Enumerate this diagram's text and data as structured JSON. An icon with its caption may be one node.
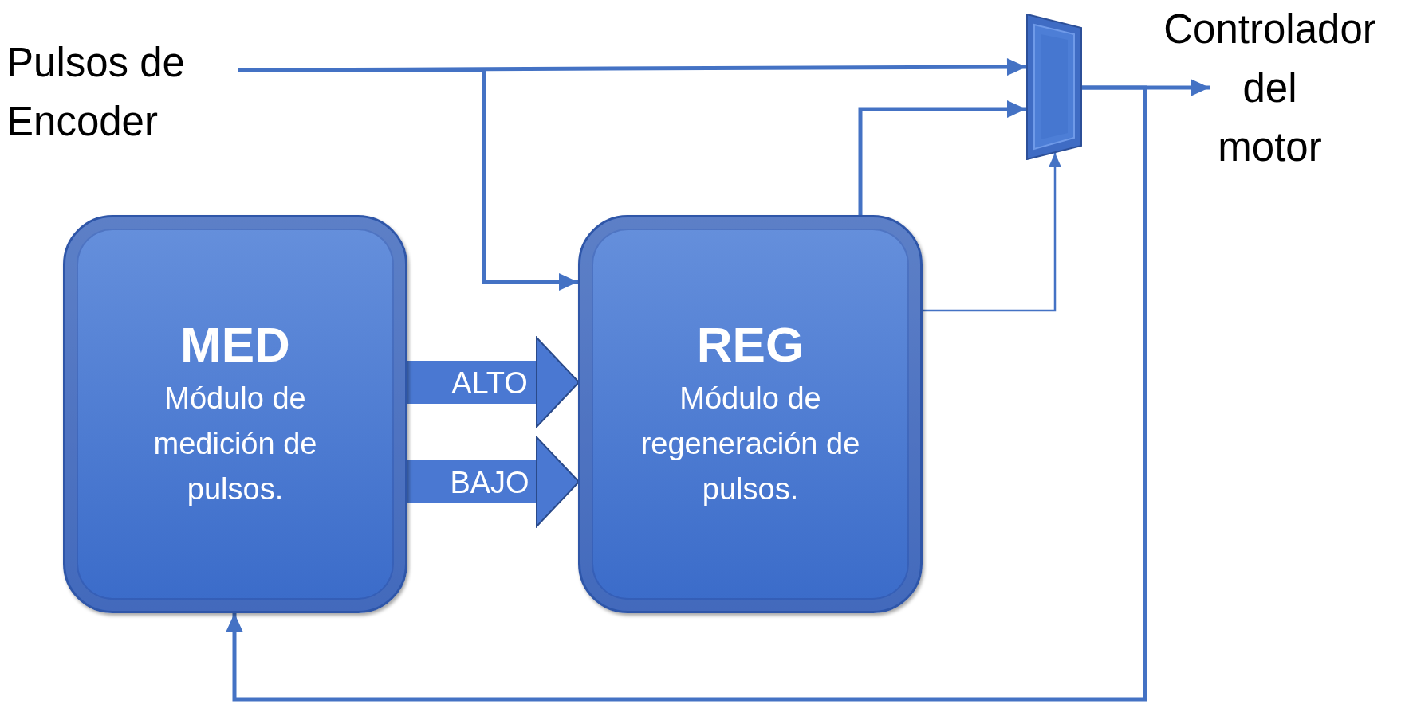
{
  "diagram": {
    "nodes": [
      {
        "text": [
          "Pulsos de Encoder"
        ]
      },
      {
        "text": [],
        "shape": "trapezoid"
      },
      {
        "text": [
          "Controlador del motor"
        ]
      },
      {
        "text": [
          "MED",
          "Módulo de medición de pulsos."
        ]
      },
      {
        "text": [
          "REG",
          "Módulo de regeneración de pulsos."
        ]
      }
    ],
    "edges": [
      {
        "from": 0,
        "to": 1,
        "arrow": "to"
      },
      {
        "from": 0,
        "to": 4,
        "arrow": "to"
      },
      {
        "from": 4,
        "to": 1,
        "arrow": "to"
      },
      {
        "from": 4,
        "to": 1,
        "arrow": "to"
      },
      {
        "from": 1,
        "to": 2,
        "arrow": "to"
      },
      {
        "from": 1,
        "to": 3,
        "arrow": "to"
      },
      {
        "from": 3,
        "to": 4,
        "arrow": "to",
        "label": "ALTO",
        "style": "thick"
      },
      {
        "from": 3,
        "to": 4,
        "arrow": "to",
        "label": "BAJO",
        "style": "thick"
      }
    ]
  }
}
